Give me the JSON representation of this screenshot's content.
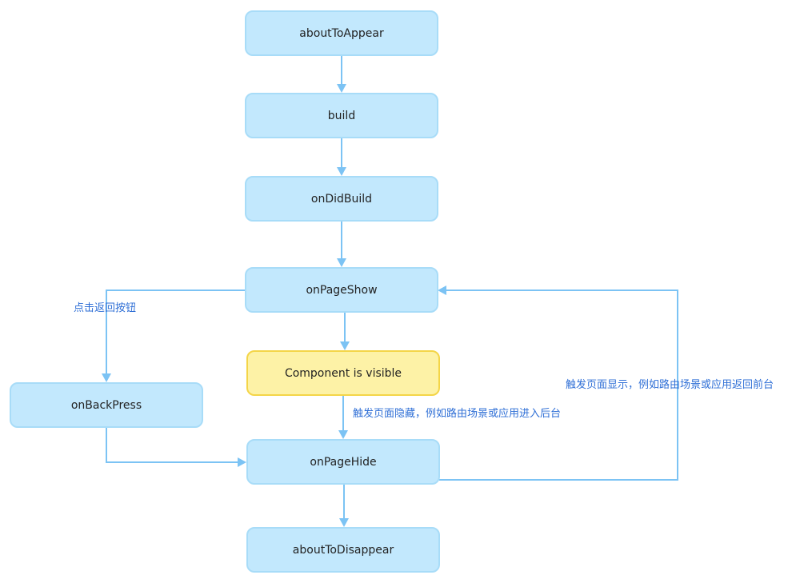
{
  "nodes": {
    "about_to_appear": "aboutToAppear",
    "build": "build",
    "on_did_build": "onDidBuild",
    "on_page_show": "onPageShow",
    "component_visible": "Component is visible",
    "on_back_press": "onBackPress",
    "on_page_hide": "onPageHide",
    "about_to_disappear": "aboutToDisappear"
  },
  "edge_labels": {
    "back_button": "点击返回按钮",
    "page_hidden": "触发页面隐藏，例如路由场景或应用进入后台",
    "page_shown": "触发页面显示，例如路由场景或应用返回前台"
  },
  "colors": {
    "node_fill": "#c2e8fd",
    "node_border": "#a8dcf8",
    "highlight_fill": "#fdf2a6",
    "highlight_border": "#f4d548",
    "edge": "#7cc3f4",
    "label_text": "#2f6fd6"
  }
}
